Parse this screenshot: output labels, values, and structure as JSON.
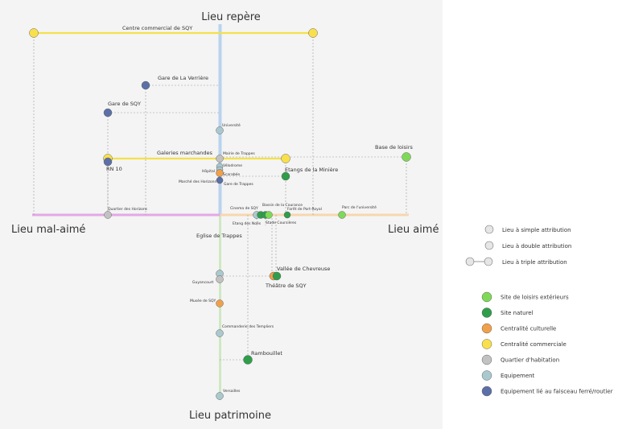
{
  "axes": {
    "top": "Lieu repère",
    "bottom": "Lieu patrimoine",
    "left": "Lieu mal-aimé",
    "right": "Lieu aimé"
  },
  "places": [
    {
      "id": "centre-commercial-sqy",
      "label": "Centre commercial de SQY",
      "category": "commercial"
    },
    {
      "id": "gare-la-verriere",
      "label": "Gare de La Verrière",
      "category": "transport"
    },
    {
      "id": "gare-sqy",
      "label": "Gare de SQY",
      "category": "transport"
    },
    {
      "id": "universite",
      "label": "Université",
      "category": "equipement"
    },
    {
      "id": "galeries-marchandes",
      "label": "Galeries marchandes",
      "category": "commercial"
    },
    {
      "id": "mairie-trappes",
      "label": "Mairie de Trappes",
      "category": "habitation"
    },
    {
      "id": "base-loisirs",
      "label": "Base de loisirs",
      "category": "loisirs"
    },
    {
      "id": "rn10",
      "label": "RN 10",
      "category": "transport"
    },
    {
      "id": "velodrome",
      "label": "Vélodrome",
      "category": "equipement"
    },
    {
      "id": "hopital",
      "label": "Hôpital",
      "category": "equipement"
    },
    {
      "id": "scarabee",
      "label": "Scarabée",
      "category": "culturelle"
    },
    {
      "id": "etangs-miniere",
      "label": "Etangs de la Minière",
      "category": "naturel"
    },
    {
      "id": "marche-horizons",
      "label": "Marché des Horizons",
      "category": "transport"
    },
    {
      "id": "gare-trappes",
      "label": "Gare de Trappes",
      "category": "transport"
    },
    {
      "id": "quartier-horizons",
      "label": "Quartier des Horizons",
      "category": "habitation"
    },
    {
      "id": "cinema-sqy",
      "label": "Cinema de SQY",
      "category": "equipement"
    },
    {
      "id": "bassin-courance",
      "label": "Bassin de la Courance",
      "category": "naturel"
    },
    {
      "id": "foret-port-royal",
      "label": "Forêt de Port-Royal",
      "category": "naturel"
    },
    {
      "id": "parc-universite",
      "label": "Parc de l'université",
      "category": "loisirs"
    },
    {
      "id": "etang-noes",
      "label": "Etang des Noës",
      "category": "naturel"
    },
    {
      "id": "stade-coursieres",
      "label": "Stade Coursières",
      "category": "loisirs"
    },
    {
      "id": "eglise-trappes",
      "label": "Eglise de Trappes",
      "category": "equipement"
    },
    {
      "id": "vallee-chevreuse",
      "label": "Vallée de Chevreuse",
      "category": "naturel"
    },
    {
      "id": "guyancourt",
      "label": "Guyancourt",
      "category": "habitation"
    },
    {
      "id": "theatre-sqy",
      "label": "Théâtre de SQY",
      "category": "culturelle"
    },
    {
      "id": "musee-sqy",
      "label": "Musée de SQY",
      "category": "culturelle"
    },
    {
      "id": "commanderie",
      "label": "Commanderie des Templiers",
      "category": "equipement"
    },
    {
      "id": "rambouillet",
      "label": "Rambouillet",
      "category": "naturel"
    },
    {
      "id": "versailles",
      "label": "Versailles",
      "category": "equipement"
    }
  ],
  "legend": {
    "attribution": [
      {
        "id": "simple",
        "label": "Lieu à simple attribution"
      },
      {
        "id": "double",
        "label": "Lieu à double attribution"
      },
      {
        "id": "triple",
        "label": "Lieu à triple attribution"
      }
    ],
    "categories": [
      {
        "id": "loisirs",
        "label": "Site de loisirs extérieurs",
        "color": "#7ed957"
      },
      {
        "id": "naturel",
        "label": "Site naturel",
        "color": "#2e9e4a"
      },
      {
        "id": "culturelle",
        "label": "Centralité culturelle",
        "color": "#f0a04b"
      },
      {
        "id": "commercial",
        "label": "Centralité commerciale",
        "color": "#f9e04b"
      },
      {
        "id": "habitation",
        "label": "Quartier d'habitation",
        "color": "#c2c2c2"
      },
      {
        "id": "equipement",
        "label": "Equipement",
        "color": "#a9c9cf"
      },
      {
        "id": "transport",
        "label": "Equipement lié au faisceau ferré/routier",
        "color": "#5b6fa8"
      }
    ]
  },
  "colors": {
    "axis_top": "#b9d3ee",
    "axis_bottom": "#cfe8c2",
    "axis_left": "#e3a8e6",
    "axis_right": "#f7d7ae",
    "commercial_line": "#f3e04a",
    "dashed": "#999999"
  }
}
